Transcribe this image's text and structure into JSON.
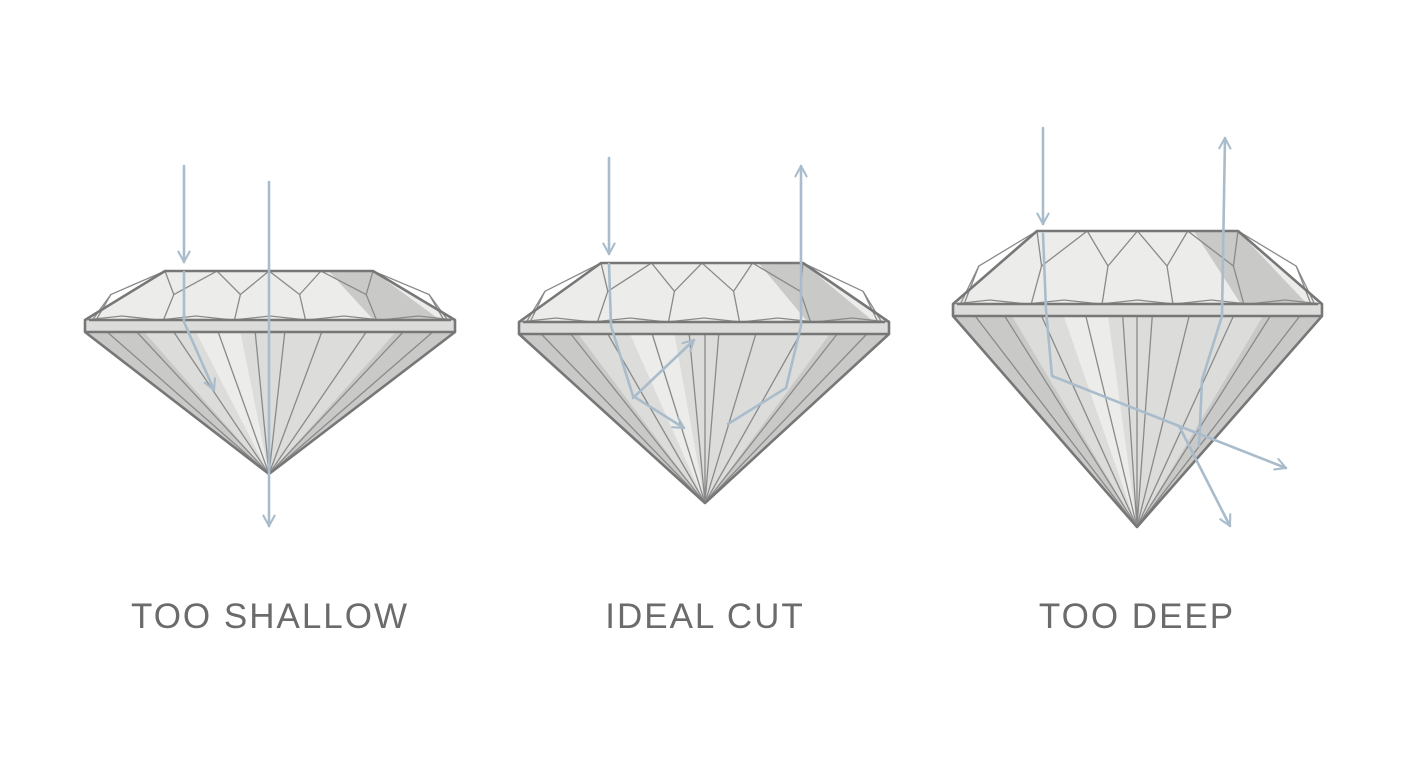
{
  "diagrams": [
    {
      "id": "shallow",
      "caption": "TOO SHALLOW"
    },
    {
      "id": "ideal",
      "caption": "IDEAL CUT"
    },
    {
      "id": "deep",
      "caption": "TOO DEEP"
    }
  ],
  "colors": {
    "light_ray": "#a9bccb",
    "gem_outline": "#777777",
    "gem_facet_light": "#ececea",
    "gem_facet_mid": "#dcdcda",
    "gem_facet_dark": "#c9c9c7",
    "caption_text": "#6b6b6b",
    "background": "#ffffff"
  }
}
